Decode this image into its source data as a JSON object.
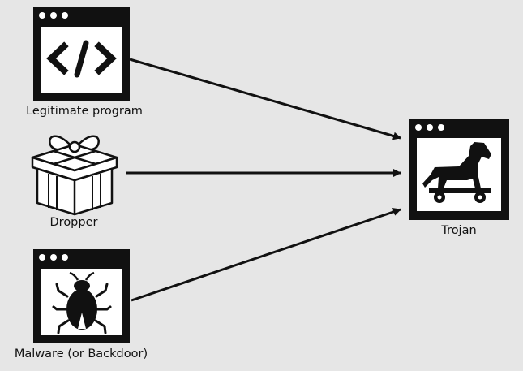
{
  "nodes": {
    "legitimate_program": {
      "label": "Legitimate program",
      "icon": "code-window-icon"
    },
    "dropper": {
      "label": "Dropper",
      "icon": "gift-box-icon"
    },
    "malware": {
      "label": "Malware (or Backdoor)",
      "icon": "bug-window-icon"
    },
    "trojan": {
      "label": "Trojan",
      "icon": "trojan-horse-window-icon"
    }
  },
  "edges": [
    {
      "from": "legitimate_program",
      "to": "trojan"
    },
    {
      "from": "dropper",
      "to": "trojan"
    },
    {
      "from": "malware",
      "to": "trojan"
    }
  ],
  "colors": {
    "background": "#e6e6e6",
    "ink": "#111111",
    "window_fill": "#ffffff"
  }
}
